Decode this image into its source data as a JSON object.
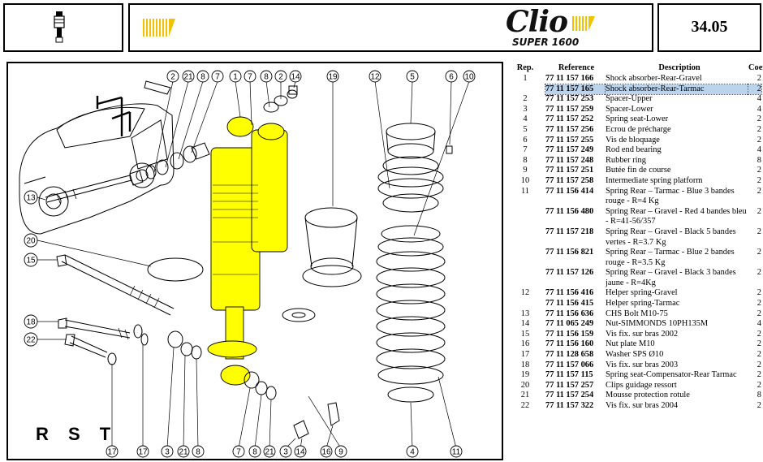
{
  "header": {
    "page_number": "34.05",
    "brand_name": "Clio",
    "brand_sub": "SUPER 1600"
  },
  "diagram": {
    "label": "R S T"
  },
  "colors": {
    "highlight": "#ffff00",
    "stripe": "#f2c200",
    "selection": "#bcd3ec"
  },
  "table": {
    "headers": {
      "rep": "Rep.",
      "reference": "Reference",
      "description": "Description",
      "coef": "Coef"
    },
    "rows": [
      {
        "rep": "1",
        "ref": "77 11 157 166",
        "desc": "Shock absorber-Rear-Gravel",
        "coef": "2"
      },
      {
        "rep": "",
        "ref": "77 11 157 165",
        "desc": "Shock absorber-Rear-Tarmac",
        "coef": "2"
      },
      {
        "rep": "2",
        "ref": "77 11 157 253",
        "desc": "Spacer-Upper",
        "coef": "4"
      },
      {
        "rep": "3",
        "ref": "77 11 157 259",
        "desc": "Spacer-Lower",
        "coef": "4"
      },
      {
        "rep": "4",
        "ref": "77 11 157 252",
        "desc": "Spring seat-Lower",
        "coef": "2"
      },
      {
        "rep": "5",
        "ref": "77 11 157 256",
        "desc": "Ecrou de précharge",
        "coef": "2"
      },
      {
        "rep": "6",
        "ref": "77 11 157 255",
        "desc": "Vis de bloquage",
        "coef": "2"
      },
      {
        "rep": "7",
        "ref": "77 11 157 249",
        "desc": "Rod end bearing",
        "coef": "4"
      },
      {
        "rep": "8",
        "ref": "77 11 157 248",
        "desc": "Rubber ring",
        "coef": "8"
      },
      {
        "rep": "9",
        "ref": "77 11 157 251",
        "desc": "Butée fin de course",
        "coef": "2"
      },
      {
        "rep": "10",
        "ref": "77 11 157 258",
        "desc": "Intermediate spring platform",
        "coef": "2"
      },
      {
        "rep": "11",
        "ref": "77 11 156 414",
        "desc": "Spring Rear – Tarmac - Blue 3 bandes rouge - R=4 Kg",
        "coef": "2"
      },
      {
        "rep": "",
        "ref": "77 11 156 480",
        "desc": "Spring Rear – Gravel - Red 4 bandes bleu - R=41-56/357",
        "coef": "2"
      },
      {
        "rep": "",
        "ref": "77 11 157 218",
        "desc": "Spring Rear – Gravel - Black 5 bandes vertes - R=3.7 Kg",
        "coef": "2"
      },
      {
        "rep": "",
        "ref": "77 11 156 821",
        "desc": "Spring Rear – Tarmac - Blue 2 bandes rouge - R=3.5 Kg",
        "coef": "2"
      },
      {
        "rep": "",
        "ref": "77 11 157 126",
        "desc": "Spring Rear – Gravel - Black 3 bandes jaune - R=4Kg",
        "coef": "2"
      },
      {
        "rep": "12",
        "ref": "77 11 156 416",
        "desc": "Helper spring-Gravel",
        "coef": "2"
      },
      {
        "rep": "",
        "ref": "77 11 156 415",
        "desc": "Helper spring-Tarmac",
        "coef": "2"
      },
      {
        "rep": "13",
        "ref": "77 11 156 636",
        "desc": "CHS Bolt M10-75",
        "coef": "2"
      },
      {
        "rep": "14",
        "ref": "77 11 065 249",
        "desc": "Nut-SIMMONDS 10PH135M",
        "coef": "4"
      },
      {
        "rep": "15",
        "ref": "77 11 156 159",
        "desc": "Vis fix. sur bras 2002",
        "coef": "2"
      },
      {
        "rep": "16",
        "ref": "77 11 156 160",
        "desc": "Nut plate M10",
        "coef": "2"
      },
      {
        "rep": "17",
        "ref": "77 11 128 658",
        "desc": "Washer SPS Ø10",
        "coef": "2"
      },
      {
        "rep": "18",
        "ref": "77 11 157 066",
        "desc": "Vis fix. sur bras 2003",
        "coef": "2"
      },
      {
        "rep": "19",
        "ref": "77 11 157 115",
        "desc": "Spring seat-Compensator-Rear Tarmac",
        "coef": "2"
      },
      {
        "rep": "20",
        "ref": "77 11 157 257",
        "desc": "Clips guidage ressort",
        "coef": "2"
      },
      {
        "rep": "21",
        "ref": "77 11 157 254",
        "desc": "Mousse protection rotule",
        "coef": "8"
      },
      {
        "rep": "22",
        "ref": "77 11 157 322",
        "desc": "Vis fix. sur bras 2004",
        "coef": "2"
      }
    ]
  }
}
